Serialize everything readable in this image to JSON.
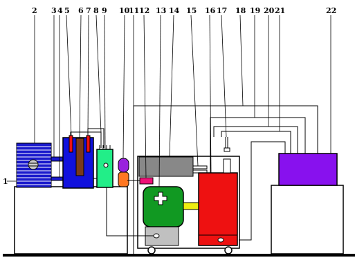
{
  "labels": {
    "n1": "1",
    "n2": "2",
    "n3": "3",
    "n4": "4",
    "n5": "5",
    "n6": "6",
    "n7": "7",
    "n8": "8",
    "n9": "9",
    "n10": "10",
    "n11": "11",
    "n12": "12",
    "n13": "13",
    "n14": "14",
    "n15": "15",
    "n16": "16",
    "n17": "17",
    "n18": "18",
    "n19": "19",
    "n20": "20",
    "n21": "21",
    "n22": "22"
  },
  "colors": {
    "blue_block": "#1a1acc",
    "blue_stripe": "#ffffff",
    "reservoir_blue": "#1111dd",
    "electrode_brown": "#7a3a1a",
    "electrode_red": "#ee1111",
    "green_box": "#22ee88",
    "vial_purple": "#9922dd",
    "vial_orange": "#ff7722",
    "grey_box": "#888888",
    "pink_block": "#ee1177",
    "motor_green": "#119922",
    "pump_grey": "#c0c0c0",
    "coupler_yellow": "#eeee11",
    "red_tank": "#ee1111",
    "purple_box": "#8811ee",
    "table": "#ffffff",
    "line": "#000000"
  }
}
